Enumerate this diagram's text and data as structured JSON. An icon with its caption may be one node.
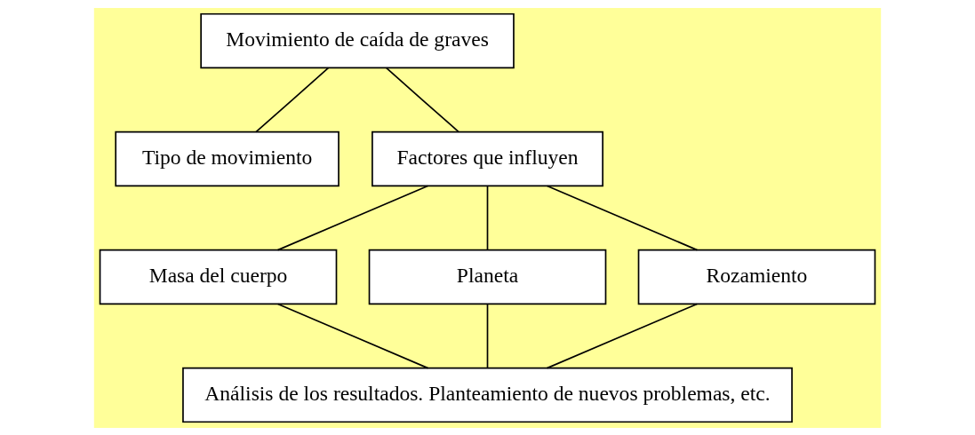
{
  "diagram": {
    "nodes": [
      {
        "text": [
          "Movimiento de caída de graves"
        ]
      },
      {
        "text": [
          "Tipo de movimiento"
        ]
      },
      {
        "text": [
          "Factores que influyen"
        ]
      },
      {
        "text": [
          "Masa del cuerpo"
        ]
      },
      {
        "text": [
          "Planeta"
        ]
      },
      {
        "text": [
          "Rozamiento"
        ]
      },
      {
        "text": [
          "Análisis de los resultados. Planteamiento de nuevos problemas, etc."
        ]
      }
    ],
    "edges": [
      {
        "from": 0,
        "to": 1,
        "arrow": "none"
      },
      {
        "from": 0,
        "to": 2,
        "arrow": "none"
      },
      {
        "from": 2,
        "to": 3,
        "arrow": "none"
      },
      {
        "from": 2,
        "to": 4,
        "arrow": "none"
      },
      {
        "from": 2,
        "to": 5,
        "arrow": "none"
      },
      {
        "from": 3,
        "to": 6,
        "arrow": "none"
      },
      {
        "from": 4,
        "to": 6,
        "arrow": "none"
      },
      {
        "from": 5,
        "to": 6,
        "arrow": "none"
      }
    ]
  }
}
